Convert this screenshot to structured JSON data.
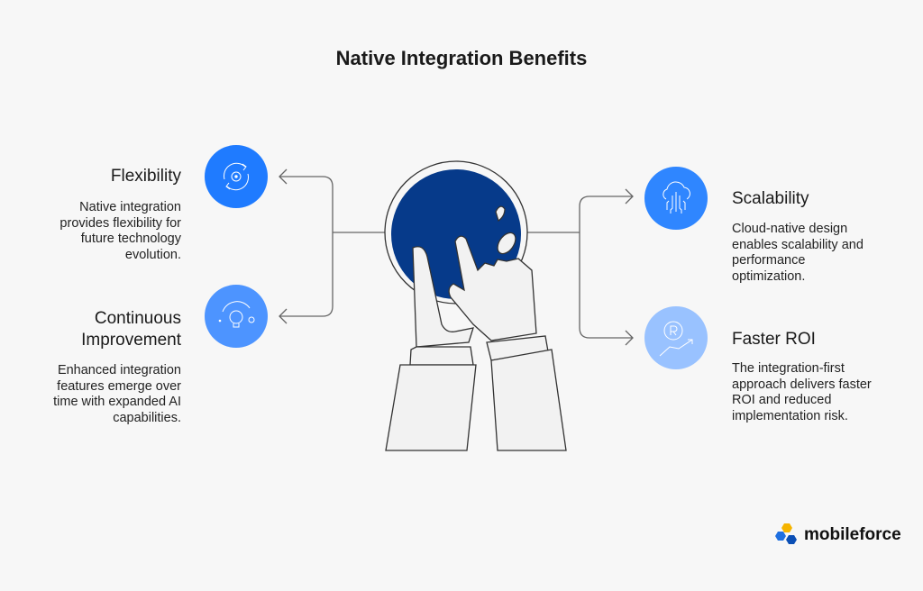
{
  "title": "Native Integration Benefits",
  "benefits": [
    {
      "heading": "Flexibility",
      "text": "Native integration provides flexibility for future technology evolution.",
      "icon": "gear-cycle-icon",
      "color": "#1f7bff"
    },
    {
      "heading": "Continuous Improvement",
      "text": "Enhanced integration features emerge over time with expanded AI capabilities.",
      "icon": "lightbulb-icon",
      "color": "#4d94ff"
    },
    {
      "heading": "Scalability",
      "text": "Cloud-native design enables scalability and performance optimization.",
      "icon": "cloud-circuit-icon",
      "color": "#2f86ff"
    },
    {
      "heading": "Faster ROI",
      "text": "The integration-first approach delivers faster ROI and reduced implementation risk.",
      "icon": "roi-growth-icon",
      "color": "#99c2ff"
    }
  ],
  "brand": {
    "name": "mobileforce",
    "accent": "#063a8a"
  }
}
